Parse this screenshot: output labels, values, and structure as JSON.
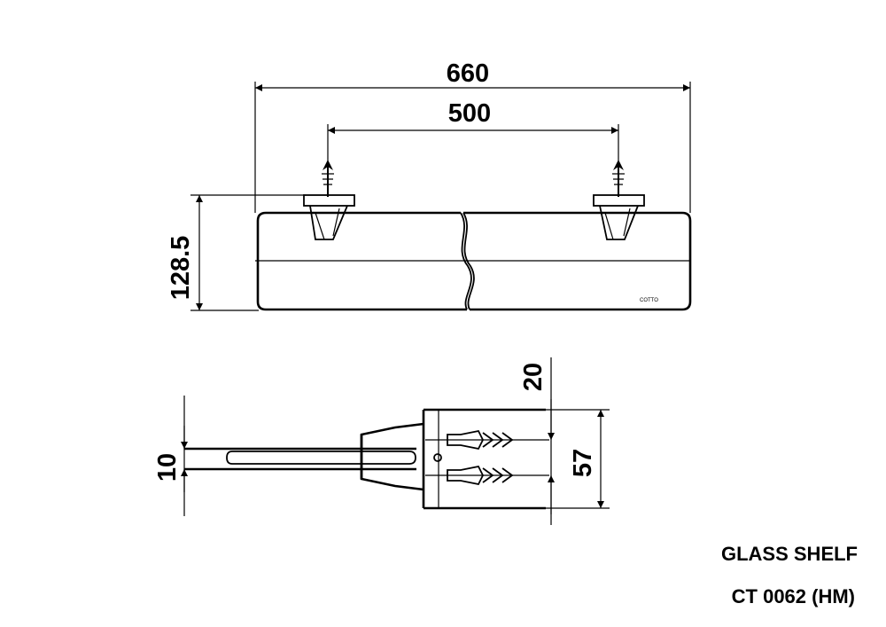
{
  "dimensions": {
    "overall_length": "660",
    "bracket_spacing": "500",
    "height": "128.5",
    "glass_thickness": "10",
    "bracket_offset": "20",
    "bracket_height": "57"
  },
  "product": {
    "name": "GLASS SHELF",
    "code": "CT 0062 (HM)",
    "logo_text": "COTTO"
  }
}
